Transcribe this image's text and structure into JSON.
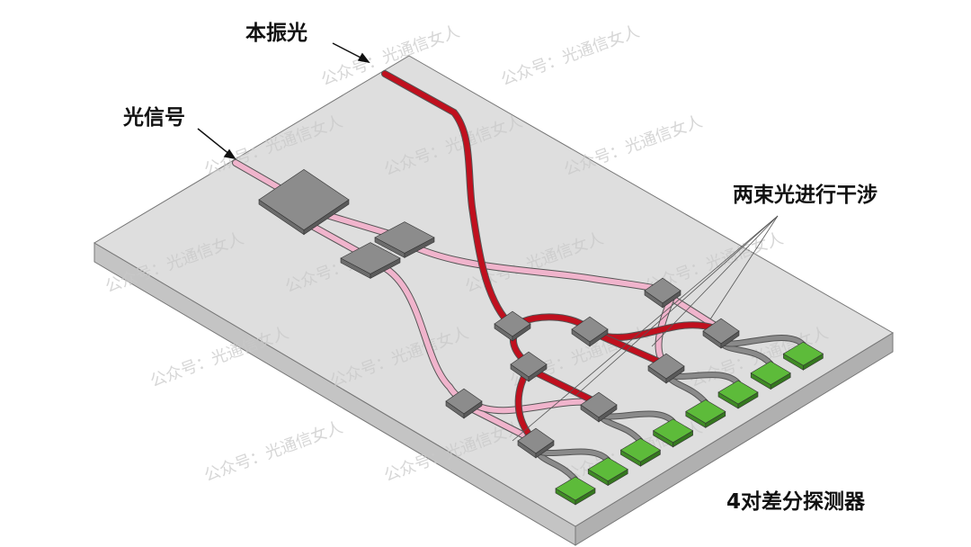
{
  "labels": {
    "local_oscillator": "本振光",
    "optical_signal": "光信号",
    "interference": "两束光进行干涉",
    "detectors": "4对差分探测器"
  },
  "watermark": "公众号：光通信女人",
  "colors": {
    "board_top": "#dcdcdc",
    "board_side": "#bdbdbd",
    "lo_waveguide": "#c0101e",
    "signal_waveguide": "#f0b4cc",
    "coupler": "#8c8c8c",
    "detector": "#5dbb3a",
    "detector_lead": "#8a8a8a"
  }
}
